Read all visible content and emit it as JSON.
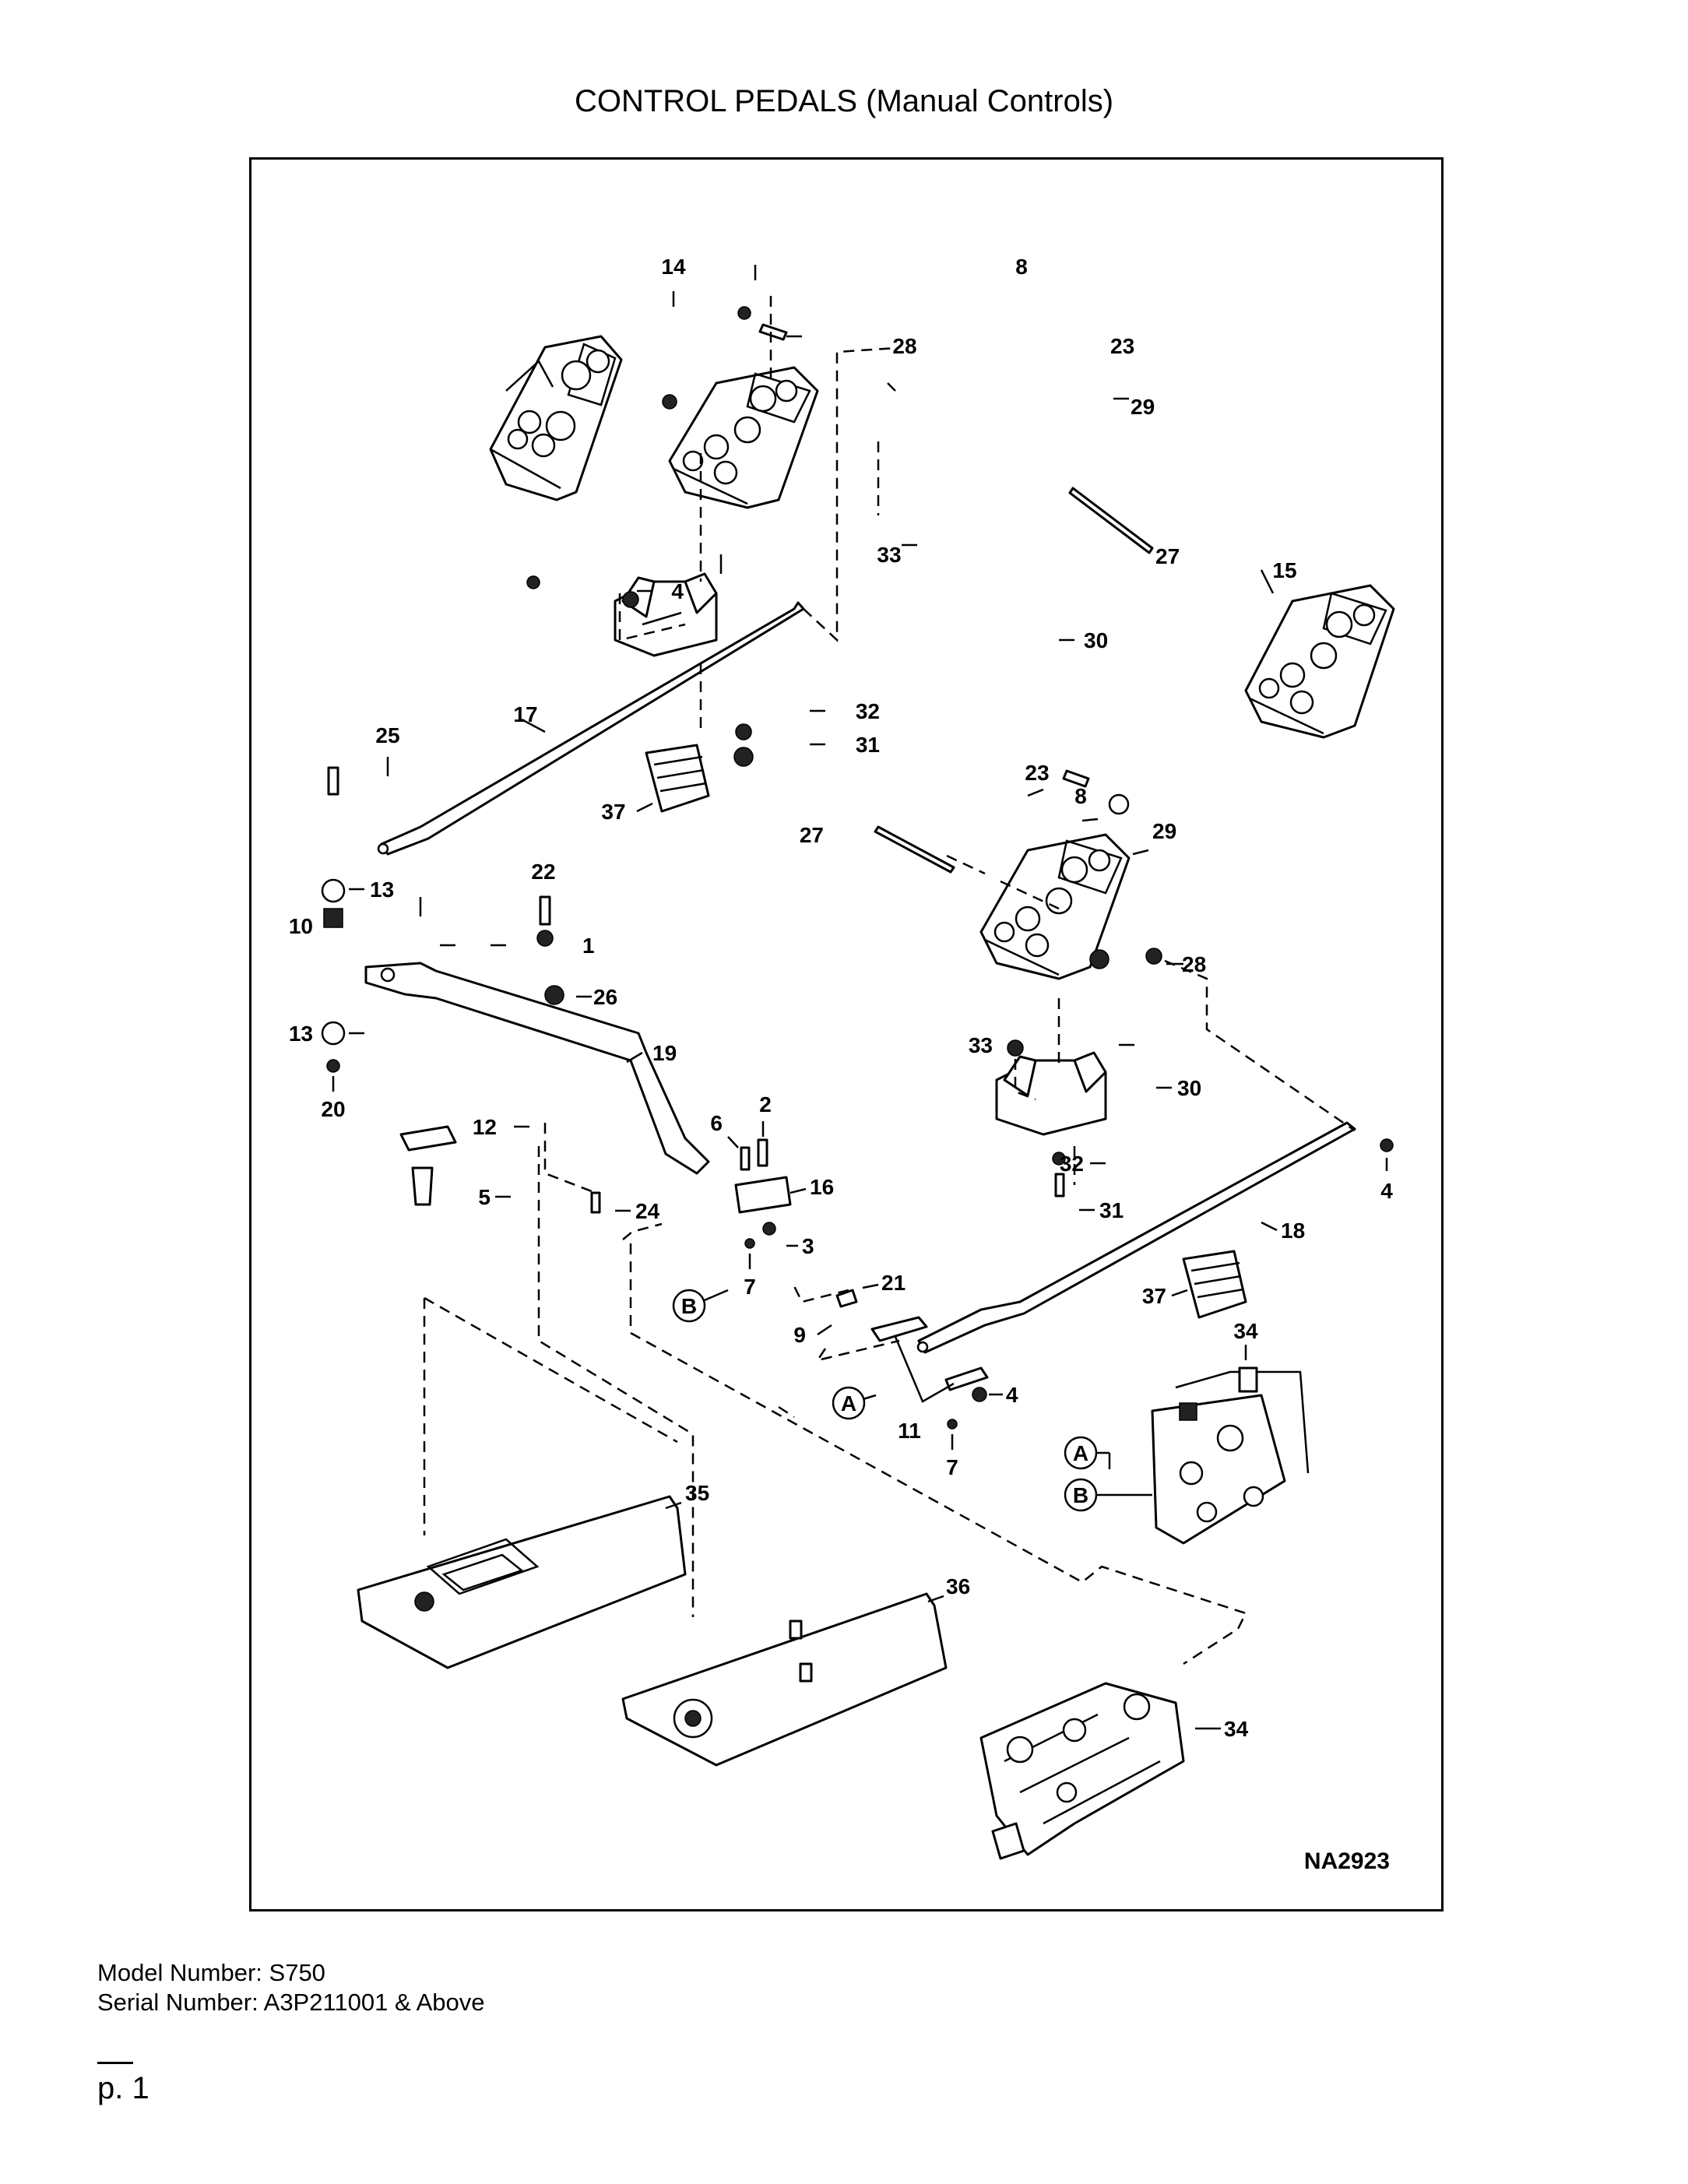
{
  "page": {
    "title": "CONTROL PEDALS (Manual Controls)",
    "model_label": "Model Number: S750",
    "serial_label": "Serial Number: A3P211001 & Above",
    "page_number": "p. 1"
  },
  "diagram": {
    "figure_id": "NA2923",
    "callouts": [
      {
        "key": "c14",
        "text": "14"
      },
      {
        "key": "c8a",
        "text": "8"
      },
      {
        "key": "c23a",
        "text": "23"
      },
      {
        "key": "c28a",
        "text": "28"
      },
      {
        "key": "c29a",
        "text": "29"
      },
      {
        "key": "c27a",
        "text": "27"
      },
      {
        "key": "c33a",
        "text": "33"
      },
      {
        "key": "c4a",
        "text": "4"
      },
      {
        "key": "c30a",
        "text": "30"
      },
      {
        "key": "c15",
        "text": "15"
      },
      {
        "key": "c25",
        "text": "25"
      },
      {
        "key": "c17",
        "text": "17"
      },
      {
        "key": "c32a",
        "text": "32"
      },
      {
        "key": "c31a",
        "text": "31"
      },
      {
        "key": "c37a",
        "text": "37"
      },
      {
        "key": "c23b",
        "text": "23"
      },
      {
        "key": "c8b",
        "text": "8"
      },
      {
        "key": "c27b",
        "text": "27"
      },
      {
        "key": "c29b",
        "text": "29"
      },
      {
        "key": "c13a",
        "text": "13"
      },
      {
        "key": "c22",
        "text": "22"
      },
      {
        "key": "c10",
        "text": "10"
      },
      {
        "key": "c1",
        "text": "1"
      },
      {
        "key": "c28b",
        "text": "28"
      },
      {
        "key": "c26",
        "text": "26"
      },
      {
        "key": "c13b",
        "text": "13"
      },
      {
        "key": "c33b",
        "text": "33"
      },
      {
        "key": "c19",
        "text": "19"
      },
      {
        "key": "c30b",
        "text": "30"
      },
      {
        "key": "c20",
        "text": "20"
      },
      {
        "key": "c2",
        "text": "2"
      },
      {
        "key": "c12",
        "text": "12"
      },
      {
        "key": "c6",
        "text": "6"
      },
      {
        "key": "c32b",
        "text": "32"
      },
      {
        "key": "c4b",
        "text": "4"
      },
      {
        "key": "c16",
        "text": "16"
      },
      {
        "key": "c5",
        "text": "5"
      },
      {
        "key": "c24",
        "text": "24"
      },
      {
        "key": "c31b",
        "text": "31"
      },
      {
        "key": "c18",
        "text": "18"
      },
      {
        "key": "c3",
        "text": "3"
      },
      {
        "key": "c7a",
        "text": "7"
      },
      {
        "key": "c21",
        "text": "21"
      },
      {
        "key": "c37b",
        "text": "37"
      },
      {
        "key": "c9",
        "text": "9"
      },
      {
        "key": "c34a",
        "text": "34"
      },
      {
        "key": "c4c",
        "text": "4"
      },
      {
        "key": "c11",
        "text": "11"
      },
      {
        "key": "c7b",
        "text": "7"
      },
      {
        "key": "c35",
        "text": "35"
      },
      {
        "key": "c36",
        "text": "36"
      },
      {
        "key": "c34b",
        "text": "34"
      }
    ],
    "connectors": [
      {
        "key": "B1",
        "text": "B"
      },
      {
        "key": "A1",
        "text": "A"
      },
      {
        "key": "A2",
        "text": "A"
      },
      {
        "key": "B2",
        "text": "B"
      }
    ]
  }
}
